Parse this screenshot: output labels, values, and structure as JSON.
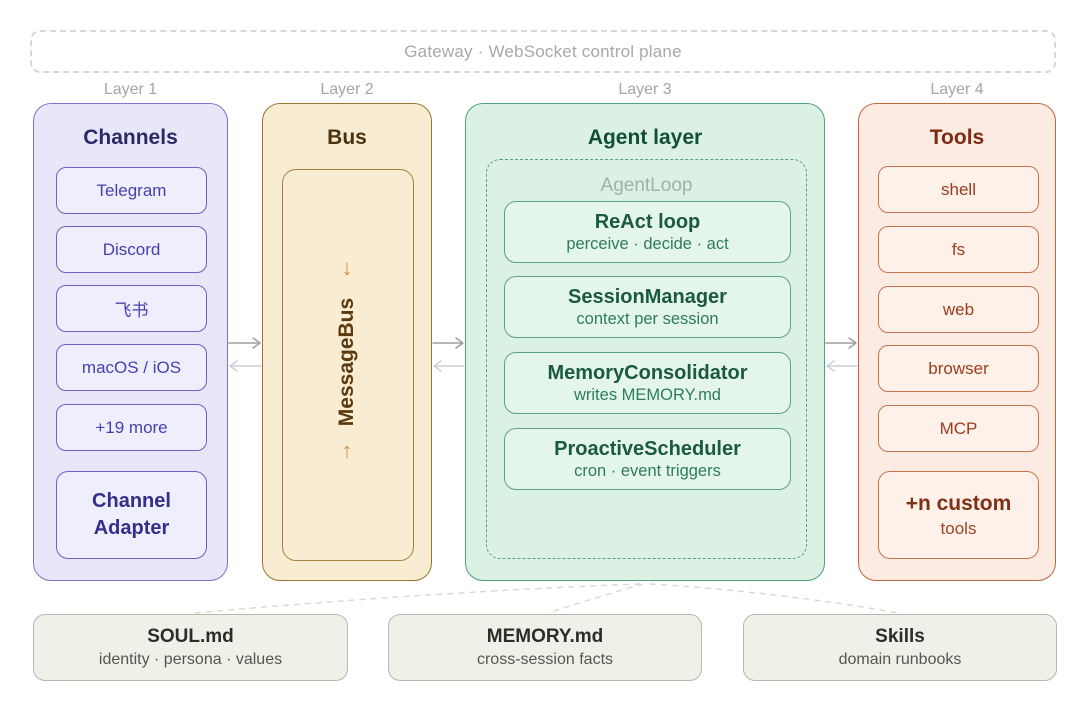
{
  "gateway": {
    "label": "Gateway · WebSocket control plane"
  },
  "layer_labels": [
    "Layer 1",
    "Layer 2",
    "Layer 3",
    "Layer 4"
  ],
  "channels": {
    "title": "Channels",
    "items": [
      "Telegram",
      "Discord",
      "飞书",
      "macOS / iOS",
      "+19 more"
    ],
    "adapter": "Channel Adapter"
  },
  "bus": {
    "title": "Bus",
    "label": "MessageBus",
    "down_arrow": "↓",
    "up_arrow": "↑"
  },
  "agent": {
    "title": "Agent layer",
    "loop_label": "AgentLoop",
    "modules": [
      {
        "name": "ReAct loop",
        "desc": "perceive · decide · act"
      },
      {
        "name": "SessionManager",
        "desc": "context per session"
      },
      {
        "name": "MemoryConsolidator",
        "desc": "writes MEMORY.md"
      },
      {
        "name": "ProactiveScheduler",
        "desc": "cron · event triggers"
      }
    ]
  },
  "tools": {
    "title": "Tools",
    "items": [
      "shell",
      "fs",
      "web",
      "browser",
      "MCP"
    ],
    "custom": {
      "name": "+n custom",
      "sub": "tools"
    }
  },
  "footers": [
    {
      "title": "SOUL.md",
      "desc": "identity · persona · values"
    },
    {
      "title": "MEMORY.md",
      "desc": "cross-session facts"
    },
    {
      "title": "Skills",
      "desc": "domain runbooks"
    }
  ],
  "colors": {
    "channels_bg": "#e8e7f9",
    "channels_border": "#6c61c4",
    "channels_text": "#4b3fae",
    "bus_bg": "#f8edd2",
    "bus_border": "#97762f",
    "bus_text": "#5c3a10",
    "bus_arrow": "#d98d3e",
    "agent_bg": "#daf1e4",
    "agent_border": "#4fa07c",
    "agent_title": "#124f38",
    "agent_desc": "#2e7c59",
    "tools_bg": "#fcebe3",
    "tools_border": "#bf6641",
    "tools_text": "#9d3c1d",
    "footer_bg": "#f0efe8",
    "footer_border": "#b9b7ae",
    "gateway_text": "#a8a8a8",
    "flow_arrow_dark": "#9e9e9e",
    "flow_arrow_light": "#ccd1d6"
  }
}
